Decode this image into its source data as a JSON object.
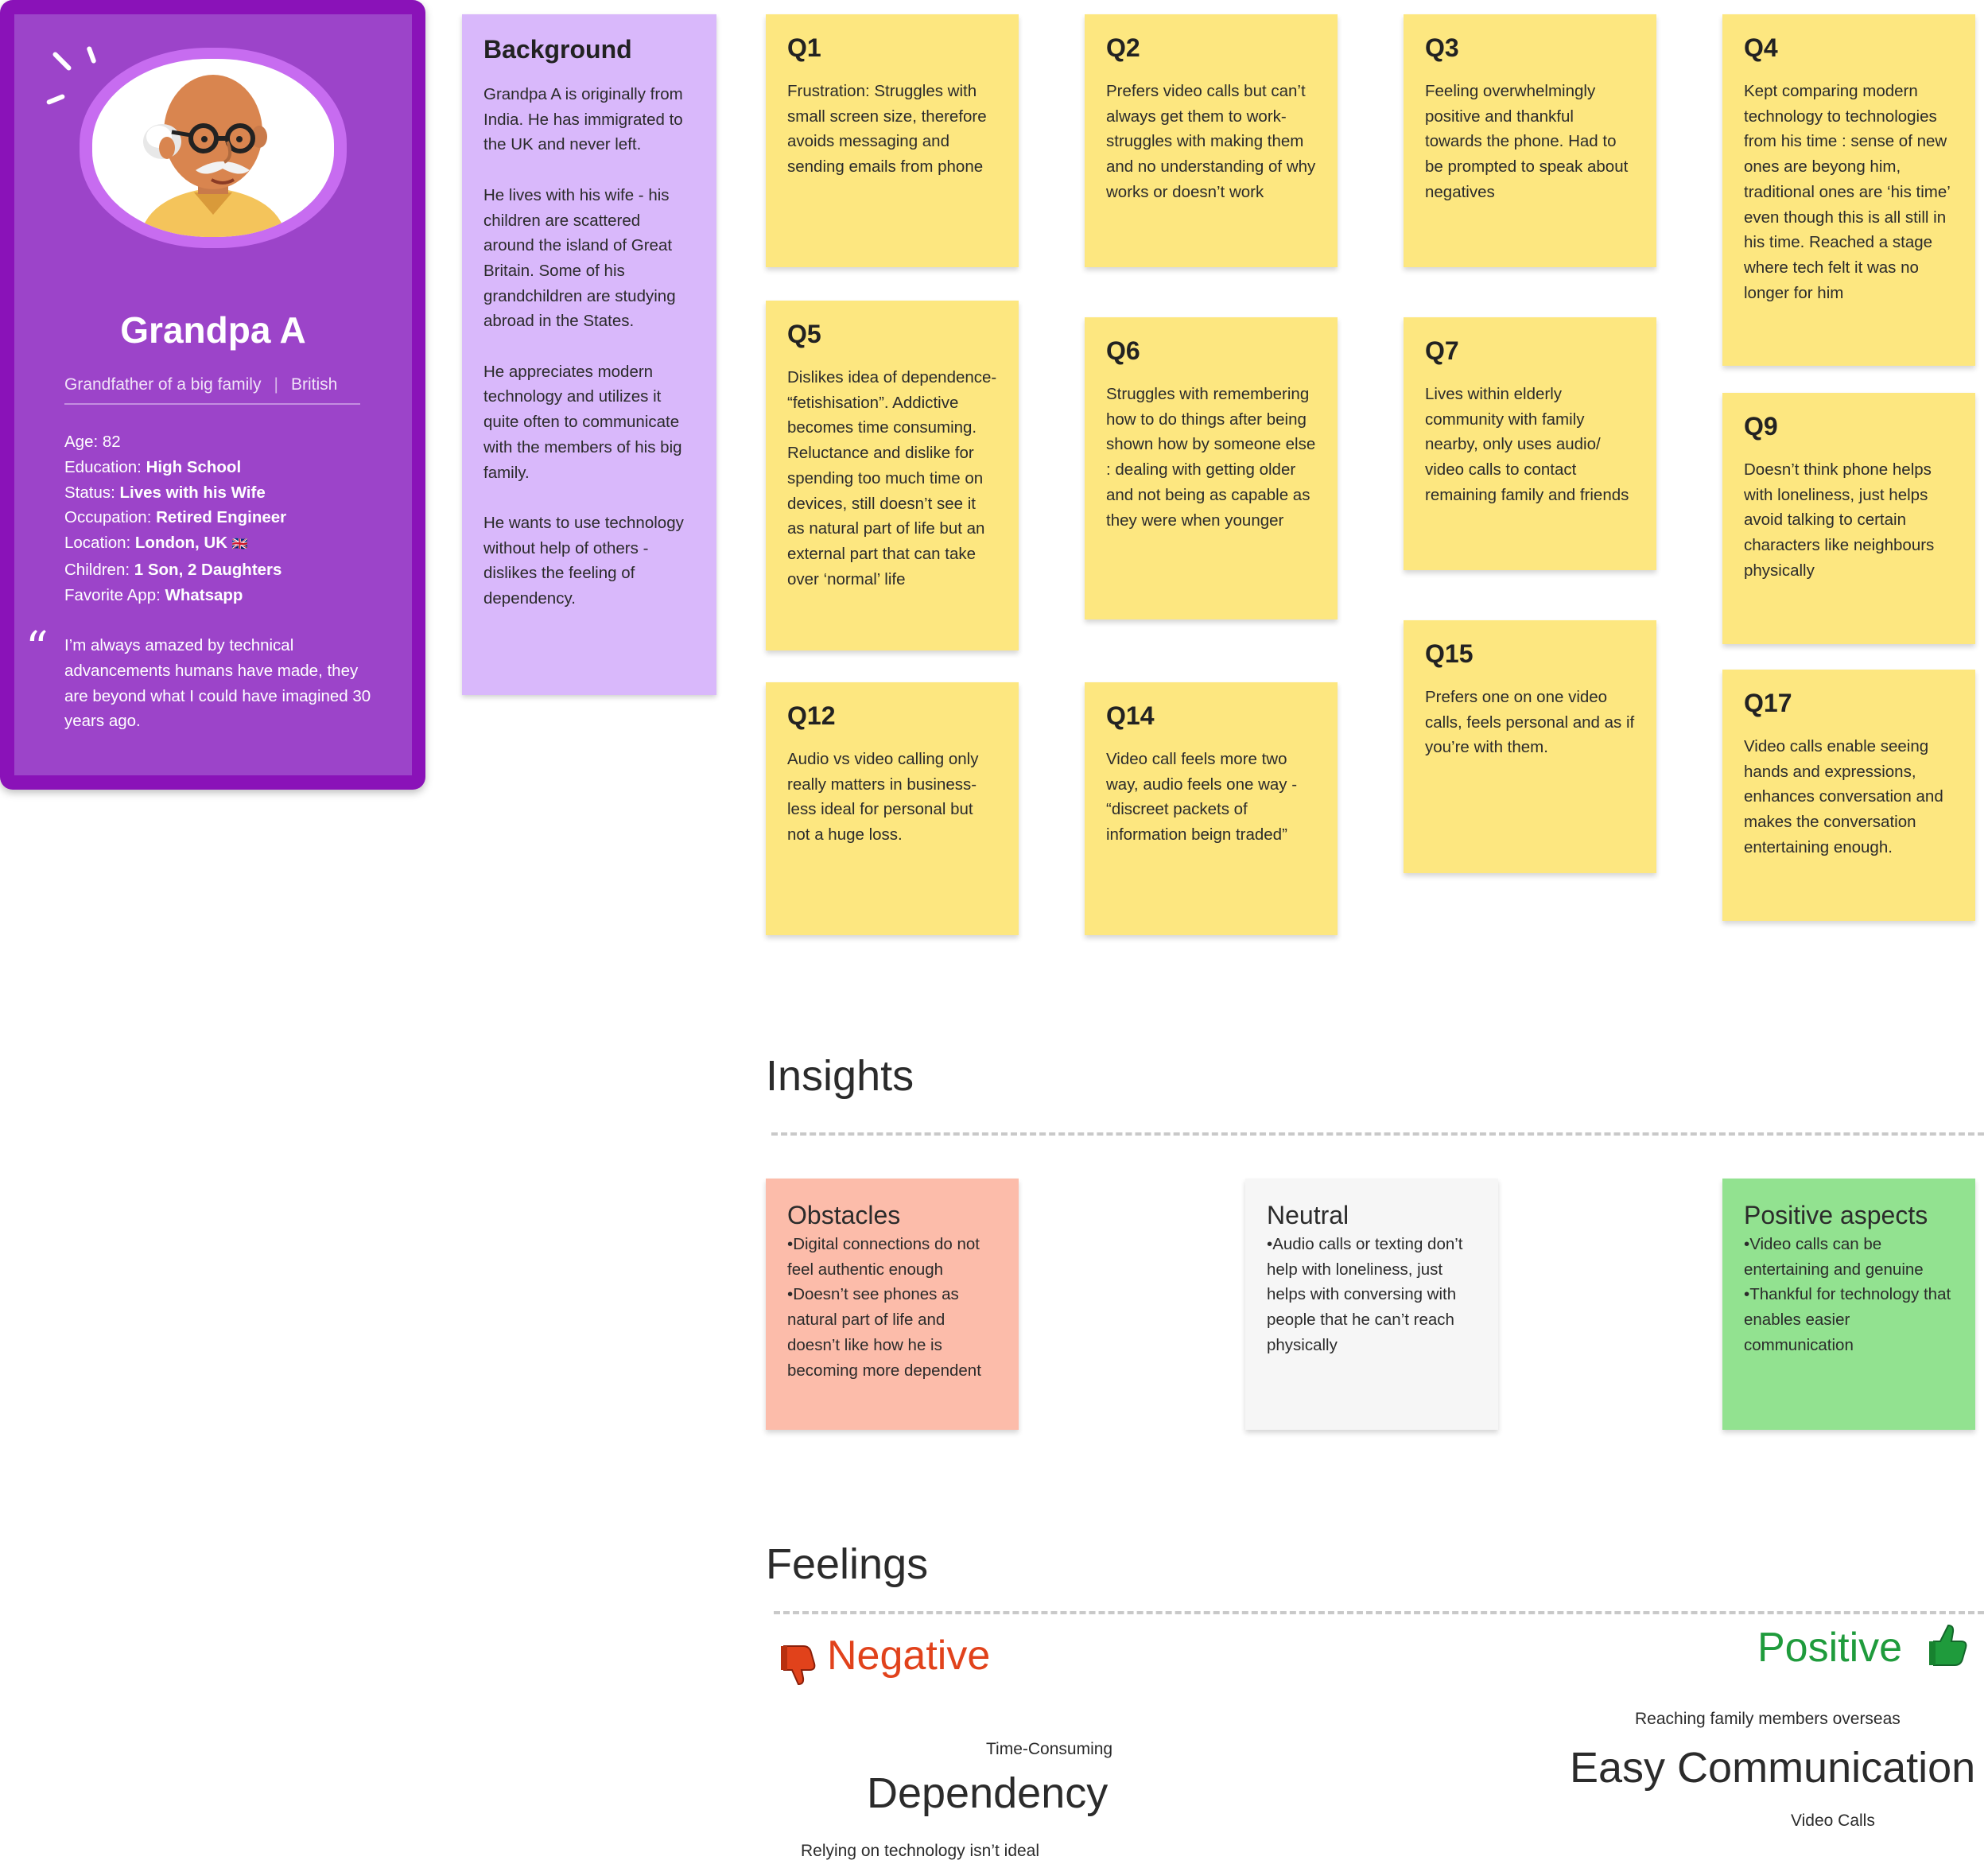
{
  "persona": {
    "name": "Grandpa A",
    "role": "Grandfather of a big family",
    "nationality": "British",
    "facts": [
      {
        "label": "Age:",
        "value": "82",
        "bold": false
      },
      {
        "label": "Education:",
        "value": "High School",
        "bold": true
      },
      {
        "label": "Status:",
        "value": "Lives with his Wife",
        "bold": true
      },
      {
        "label": "Occupation:",
        "value": "Retired Engineer",
        "bold": true
      },
      {
        "label": "Location:",
        "value": "London, UK",
        "bold": true,
        "flag": "🇬🇧"
      },
      {
        "label": "Children:",
        "value": "1 Son, 2 Daughters",
        "bold": true
      },
      {
        "label": "Favorite App:",
        "value": "Whatsapp",
        "bold": true
      }
    ],
    "quote": "I’m always amazed by technical advancements humans have made, they are beyond what I could have imagined 30 years ago."
  },
  "background": {
    "title": "Background",
    "text": "Grandpa A is originally from India. He has immigrated to the UK and never left.\n\nHe lives with his wife - his children are scattered around the island of Great Britain. Some of his grandchildren are studying abroad in the States.\n\nHe appreciates modern technology and utilizes it quite often to communicate with the members of his big family.\n\nHe wants to use technology without help of others - dislikes the feeling of dependency."
  },
  "notes": {
    "q1": {
      "title": "Q1",
      "text": "Frustration: Struggles with small screen size, therefore avoids messaging and sending emails from phone"
    },
    "q2": {
      "title": "Q2",
      "text": "Prefers video calls but can’t always get them to work- struggles with making them and no understanding of why works or doesn’t work"
    },
    "q3": {
      "title": "Q3",
      "text": "Feeling overwhelmingly positive and thankful towards the phone. Had to be prompted to speak about negatives"
    },
    "q4": {
      "title": "Q4",
      "text": "Kept comparing modern technology to technologies from his time : sense of new ones are beyong him, traditional ones are ‘his time’ even though this is all still in his time. Reached a stage where tech felt it was no longer for him"
    },
    "q5": {
      "title": "Q5",
      "text": "Dislikes idea of dependence- “fetishisation”. Addictive becomes time consuming. Reluctance and dislike for spending too much time on devices, still doesn’t see it as natural part of life but an external part that can take over ‘normal’ life"
    },
    "q6": {
      "title": "Q6",
      "text": "Struggles with remembering how to do things after being shown how by someone else : dealing with getting older and not being as capable as they were when younger"
    },
    "q7": {
      "title": "Q7",
      "text": "Lives within elderly community with family nearby, only uses audio/ video calls to contact remaining family and friends"
    },
    "q9": {
      "title": "Q9",
      "text": "Doesn’t think phone helps with loneliness, just helps avoid talking to certain characters like neighbours physically"
    },
    "q12": {
      "title": "Q12",
      "text": "Audio vs video calling only really matters in business- less ideal for personal but not a huge loss."
    },
    "q14": {
      "title": "Q14",
      "text": "Video call feels more two way, audio feels one way - “discreet packets of information beign traded”"
    },
    "q15": {
      "title": "Q15",
      "text": "Prefers one on one video calls, feels personal and as if you’re with them."
    },
    "q17": {
      "title": "Q17",
      "text": "Video calls enable seeing hands and expressions, enhances conversation and makes the conversation entertaining enough."
    }
  },
  "insights": {
    "title": "Insights",
    "obstacles": {
      "title": "Obstacles",
      "items": [
        "Digital connections do not feel authentic enough",
        "Doesn’t see phones as natural part of life and doesn’t like how he is becoming more dependent"
      ],
      "color": "#fcbcaa"
    },
    "neutral": {
      "title": "Neutral",
      "items": [
        "Audio calls or texting don’t help with loneliness, just helps with conversing with people that he can’t reach physically"
      ],
      "color": "#f6f6f6"
    },
    "positive": {
      "title": "Positive aspects",
      "items": [
        "Video calls can be entertaining and genuine",
        "Thankful for technology that enables easier communication"
      ],
      "color": "#92e290"
    }
  },
  "feelings": {
    "title": "Feelings",
    "negative": {
      "label": "Negative",
      "color": "#e1421b",
      "icon": "thumbs-down-icon"
    },
    "positive": {
      "label": "Positive",
      "color": "#1f9b3c",
      "icon": "thumbs-up-icon"
    },
    "negative_tags": {
      "top": "Time-Consuming",
      "main": "Dependency",
      "bottom": "Relying on technology isn’t ideal"
    },
    "positive_tags": {
      "top": "Reaching family members overseas",
      "main": "Easy Communication",
      "bottom": "Video Calls"
    }
  },
  "colors": {
    "sticky": "#fde780",
    "background_note": "#d9b8fb",
    "persona_frame": "#8a12b8",
    "persona_fill": "#9c44c9"
  }
}
